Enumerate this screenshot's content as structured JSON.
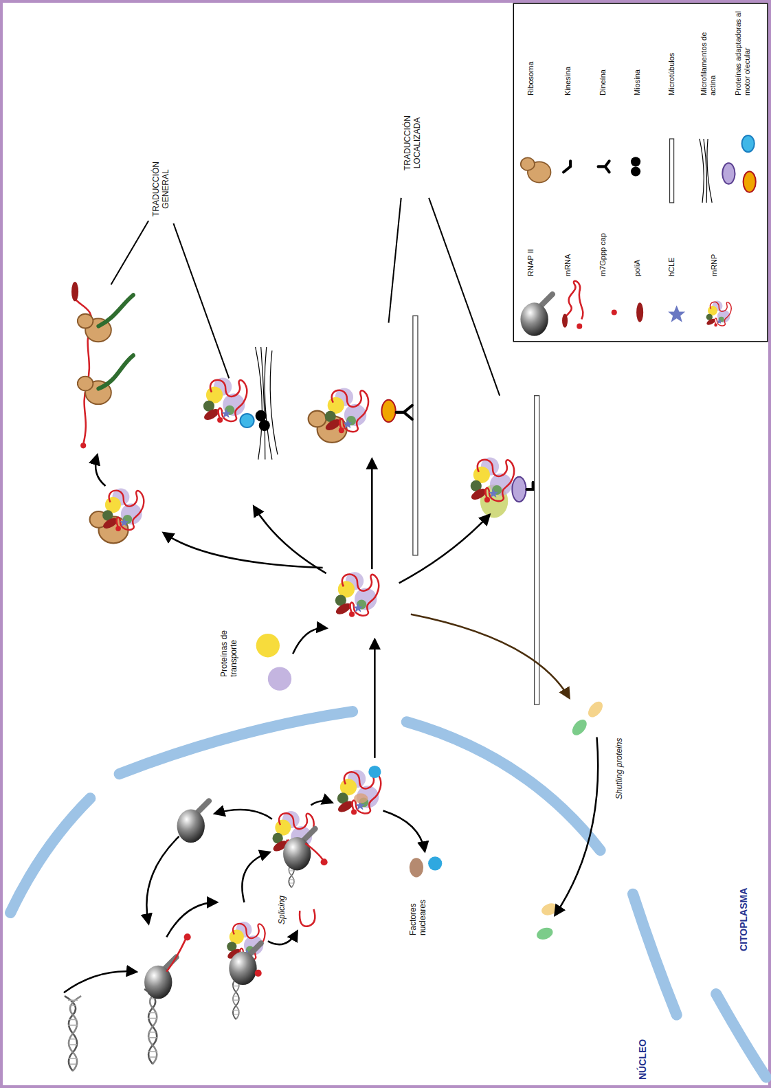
{
  "diagram": {
    "labels": [
      "TRADUCCIÓN GENERAL",
      "TRADUCCIÓN LOCALIZADA",
      "Proteínas de transporte",
      "Shutling proteins",
      "Splicing",
      "Factores nucleares",
      "NÚCLEO",
      "CITOPLASMA"
    ],
    "legend": [
      {
        "text": "Ribosoma"
      },
      {
        "text": "Kinesina"
      },
      {
        "text": "Dineína"
      },
      {
        "text": "Miosina"
      },
      {
        "text": "Microtúbulos"
      },
      {
        "text": "Microfilamentos de actina"
      },
      {
        "text": "Proteínas adaptadoras al motor olecular"
      },
      {
        "text": "RNAP II"
      },
      {
        "text": "mRNA"
      },
      {
        "text": "m7Gppp cap"
      },
      {
        "text": "poliA"
      },
      {
        "text": "hCLE"
      },
      {
        "text": "mRNP"
      }
    ]
  }
}
